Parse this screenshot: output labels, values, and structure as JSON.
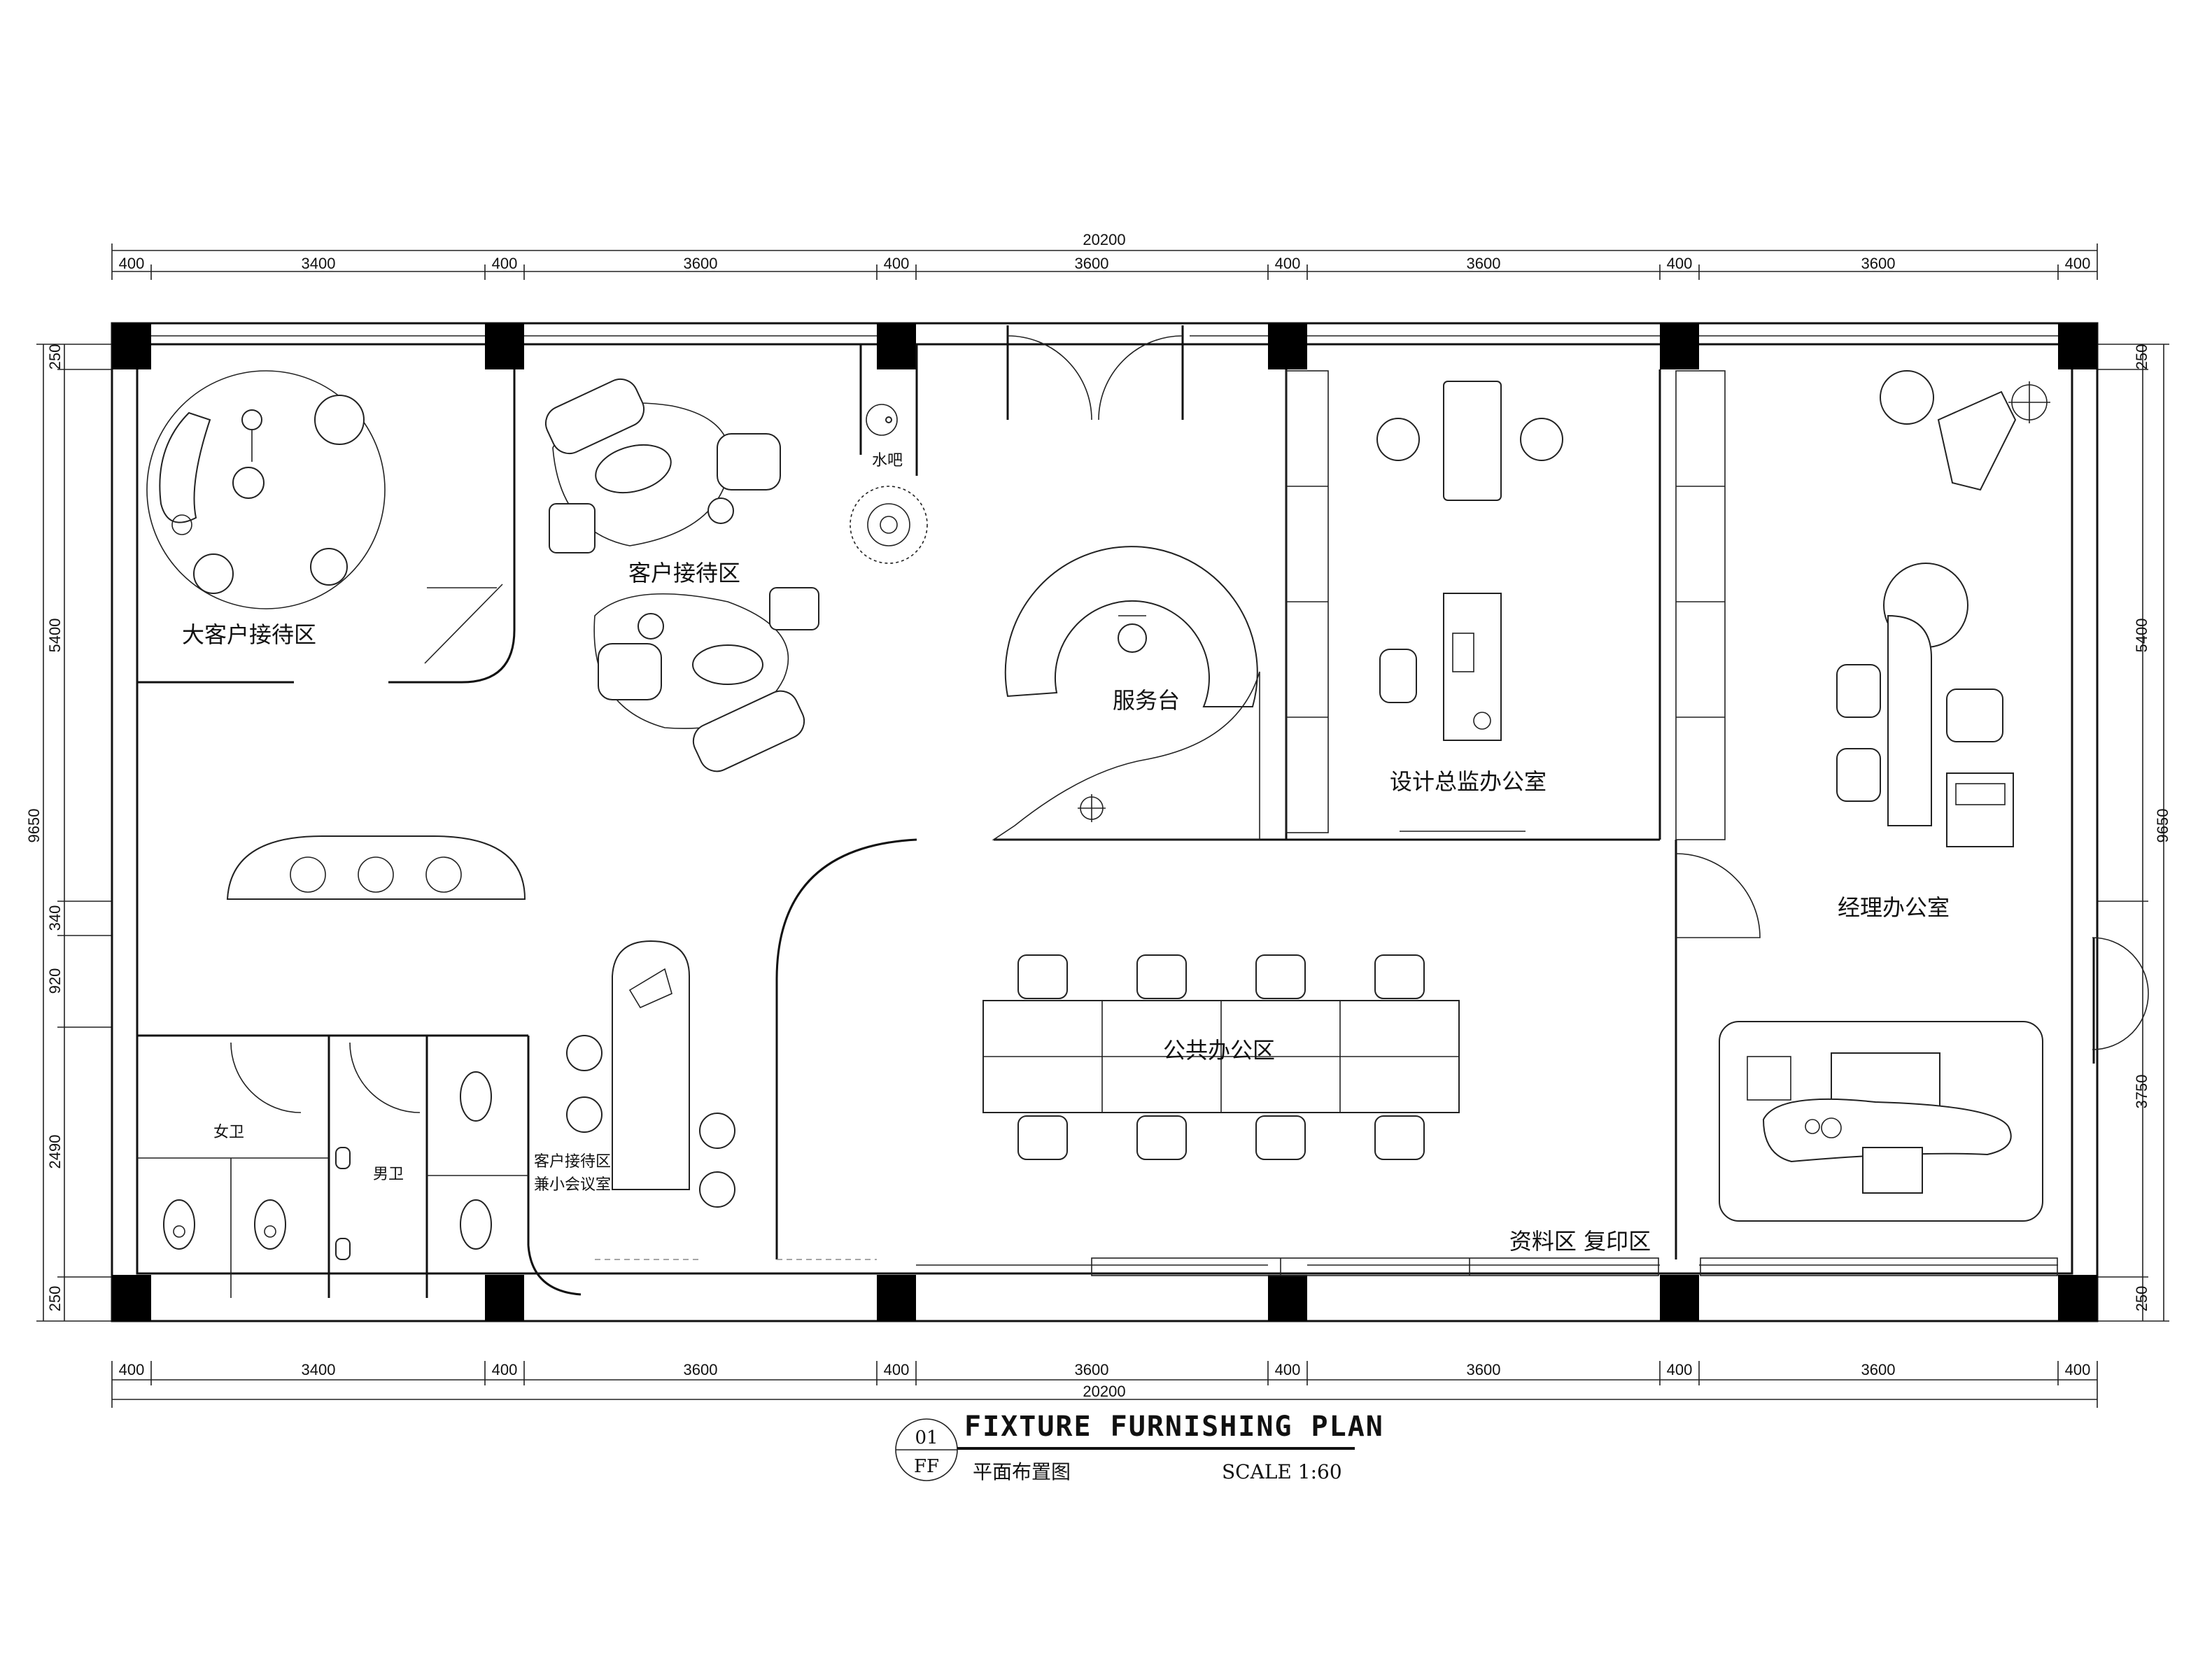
{
  "drawing": {
    "title": "FIXTURE FURNISHING PLAN",
    "subtitle": "平面布置图",
    "scale": "SCALE 1:60",
    "sheet_number": "01",
    "sheet_code": "FF"
  },
  "dimensions": {
    "overall_width": "20200",
    "overall_height": "9650",
    "top_segments": [
      "400",
      "3400",
      "400",
      "3600",
      "400",
      "3600",
      "400",
      "3600",
      "400",
      "3600",
      "400"
    ],
    "bottom_segments": [
      "400",
      "3400",
      "400",
      "3600",
      "400",
      "3600",
      "400",
      "3600",
      "400",
      "3600",
      "400"
    ],
    "left_segments": [
      "250",
      "5400",
      "340",
      "920",
      "2490",
      "250"
    ],
    "right_segments": [
      "250",
      "5400",
      "3750",
      "250"
    ]
  },
  "rooms": {
    "vip_reception": "大客户接待区",
    "client_reception": "客户接待区",
    "water_bar": "水吧",
    "service_desk": "服务台",
    "design_director_office": "设计总监办公室",
    "manager_office": "经理办公室",
    "public_office": "公共办公区",
    "womens_restroom": "女卫",
    "mens_restroom": "男卫",
    "reception_meeting_line1": "客户接待区",
    "reception_meeting_line2": "兼小会议室",
    "archive_copy": "资料区  复印区"
  }
}
